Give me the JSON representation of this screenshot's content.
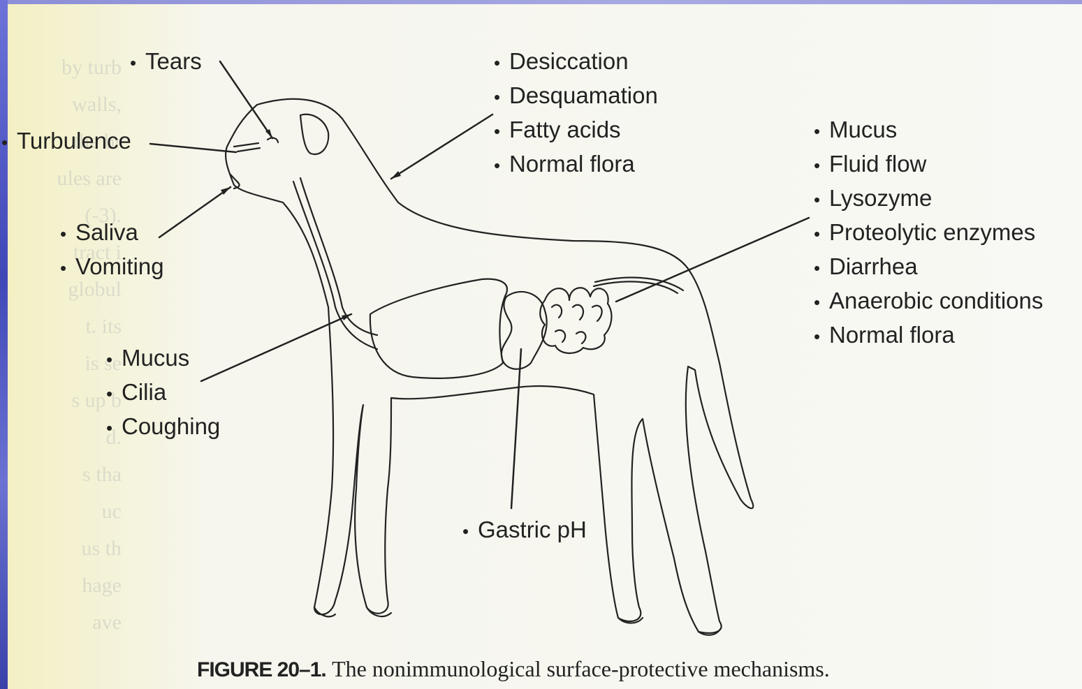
{
  "diagram": {
    "labels": {
      "tears": "Tears",
      "turbulence": "Turbulence",
      "saliva": "Saliva",
      "vomiting": "Vomiting",
      "skin": [
        "Desiccation",
        "Desquamation",
        "Fatty acids",
        "Normal flora"
      ],
      "respiratory": [
        "Mucus",
        "Cilia",
        "Coughing"
      ],
      "intestine": [
        "Mucus",
        "Fluid flow",
        "Lysozyme",
        "Proteolytic enzymes",
        "Diarrhea",
        "Anaerobic conditions",
        "Normal flora"
      ],
      "stomach": "Gastric pH"
    },
    "caption": {
      "number": "FIGURE 20–1.",
      "text": "The nonimmunological surface-protective mechanisms."
    }
  },
  "background_text": [
    "by turb",
    "walls,",
    "the br",
    "ules are",
    "(-3).",
    "tract i",
    "globul",
    "t. its",
    "is se",
    "s up b",
    "d.",
    "s tha",
    "uc",
    "us th",
    "hage",
    "ave"
  ],
  "colors": {
    "ink": "#222222",
    "side_band": "#4048b8",
    "top_band": "#9a9cdd",
    "paper": "#f7f7f2"
  }
}
